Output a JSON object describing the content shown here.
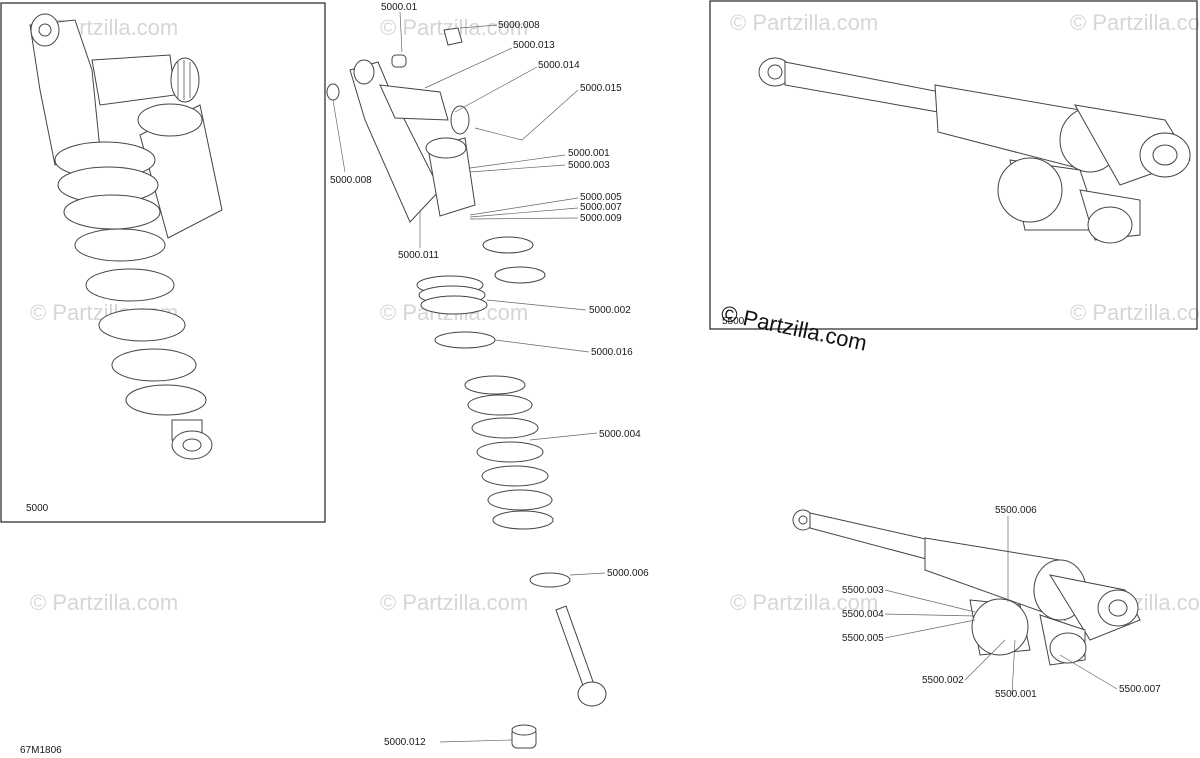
{
  "diagram": {
    "drawing_code": "67M1806",
    "panels": {
      "left_assembly": "5000",
      "right_assembly": "5500"
    },
    "watermark": "© Partzilla.com",
    "overlay_watermark": "© Partzilla.com",
    "callouts": {
      "c5000_01": "5000.01",
      "c5000_008a": "5000.008",
      "c5000_013": "5000.013",
      "c5000_014": "5000.014",
      "c5000_015": "5000.015",
      "c5000_008b": "5000.008",
      "c5000_001": "5000.001",
      "c5000_003": "5000.003",
      "c5000_005": "5000.005",
      "c5000_007": "5000.007",
      "c5000_009": "5000.009",
      "c5000_011": "5000.011",
      "c5000_002": "5000.002",
      "c5000_016": "5000.016",
      "c5000_004": "5000.004",
      "c5000_006": "5000.006",
      "c5000_012": "5000.012",
      "c5500_006": "5500.006",
      "c5500_003": "5500.003",
      "c5500_004": "5500.004",
      "c5500_005": "5500.005",
      "c5500_002": "5500.002",
      "c5500_001": "5500.001",
      "c5500_007": "5500.007"
    }
  }
}
